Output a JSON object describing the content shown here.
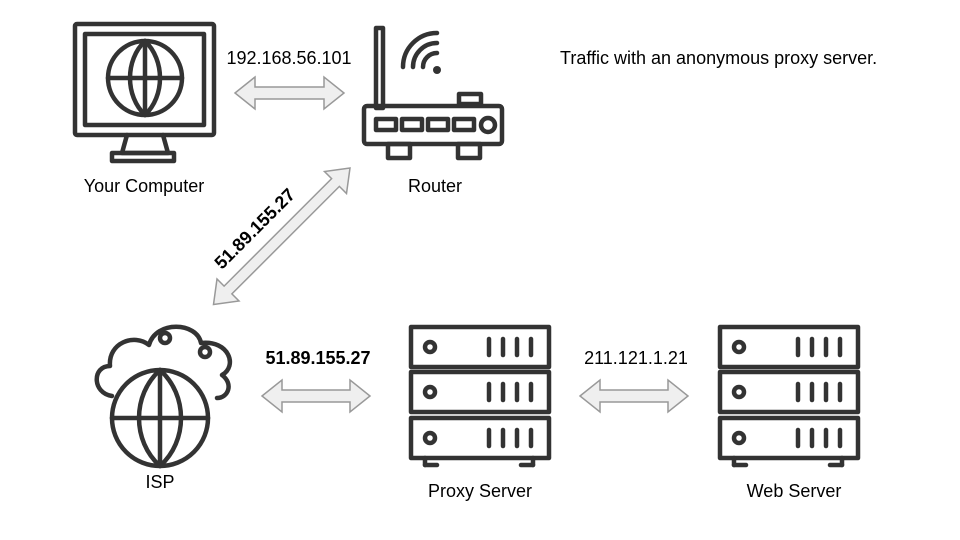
{
  "title": "Traffic with an anonymous proxy server.",
  "nodes": {
    "computer": "Your Computer",
    "router": "Router",
    "isp": "ISP",
    "proxy": "Proxy Server",
    "web": "Web Server"
  },
  "links": {
    "computer_router": "192.168.56.101",
    "router_isp": "51.89.155.27",
    "isp_proxy": "51.89.155.27",
    "proxy_web": "211.121.1.21"
  },
  "colors": {
    "icon": "#333333",
    "arrow_fill": "#efefef",
    "arrow_stroke": "#999999"
  }
}
